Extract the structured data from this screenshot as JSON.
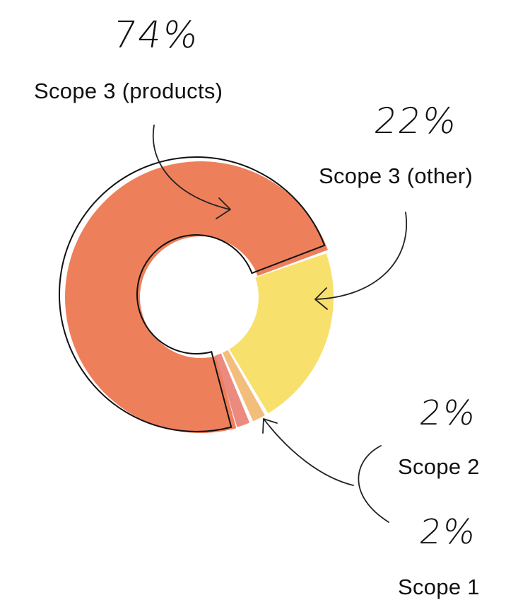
{
  "chart_data": {
    "type": "pie",
    "title": "",
    "categories": [
      "Scope 3 (products)",
      "Scope 3 (other)",
      "Scope 2",
      "Scope 1"
    ],
    "values": [
      74,
      22,
      2,
      2
    ],
    "value_labels": [
      "74%",
      "22%",
      "2%",
      "2%"
    ],
    "unit": "%",
    "legend": "none",
    "colors": {
      "scope3_products": "#ee7f5b",
      "scope3_other": "#f8e06c",
      "scope2": "#f3bd7c",
      "scope1": "#ec8a80",
      "outline": "#111111"
    }
  }
}
